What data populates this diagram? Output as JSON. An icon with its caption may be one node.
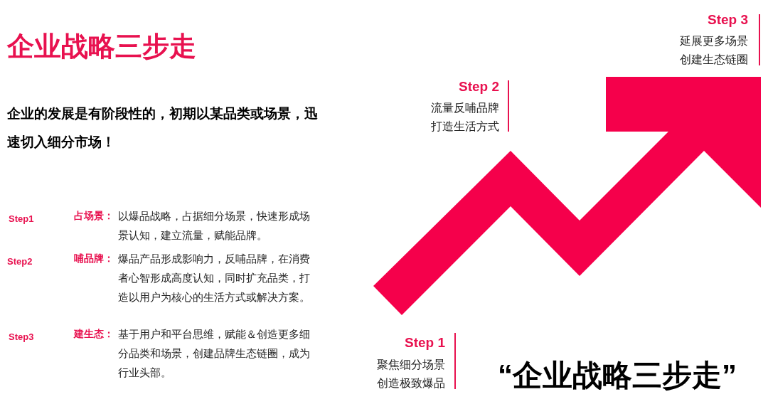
{
  "diagram": {
    "title": "企业战略三步走",
    "labels": [
      "企业的发展是有阶段性的，初期以某品类或场景，迅速切入细分市场！",
      "Step 3",
      "延展更多场景",
      "创建生态链圈",
      "Step 2",
      "流量反哺品牌",
      "打造生活方式",
      "Step1",
      "占场景：",
      "以爆品战略，占据细分场景，快速形成场景认知，建立流量，赋能品牌。",
      "Step2",
      "哺品牌：",
      "爆品产品形成影响力，反哺品牌，在消费者心智形成高度认知，同时扩充品类，打造以用户为核心的生活方式或解决方案。",
      "Step3",
      "建生态：",
      "基于用户和平台思维，赋能＆创造更多细分品类和场景，创建品牌生态链圈，成为行业头部。",
      "Step 1",
      "聚焦细分场景",
      "创造极致爆品",
      "“企业战略三步走”"
    ]
  }
}
